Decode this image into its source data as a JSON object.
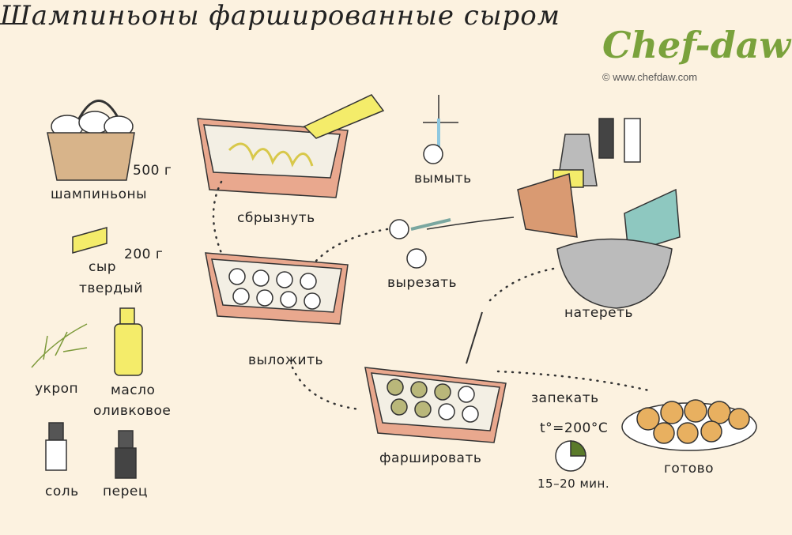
{
  "title": "Шампиньоны фаршированные сыром",
  "brand": {
    "logo": "Chef-daw",
    "site": "© www.chefdaw.com",
    "color": "#7aa23c"
  },
  "ingredients": [
    {
      "name": "шампиньоны",
      "amount": "500 г"
    },
    {
      "name": "сыр твердый",
      "name_line1": "сыр",
      "name_line2": "твердый",
      "amount": "200 г"
    },
    {
      "name": "укроп"
    },
    {
      "name": "масло оливковое",
      "name_line1": "масло",
      "name_line2": "оливковое"
    },
    {
      "name": "соль"
    },
    {
      "name": "перец"
    }
  ],
  "steps": [
    {
      "label": "сбрызнуть"
    },
    {
      "label": "вымыть"
    },
    {
      "label": "вырезать"
    },
    {
      "label": "выложить"
    },
    {
      "label": "натереть"
    },
    {
      "label": "фаршировать"
    },
    {
      "label": "запекать",
      "temperature": "t°=200°C",
      "time": "15–20 мин.",
      "timer_fraction": 0.25
    },
    {
      "label": "готово"
    }
  ],
  "colors": {
    "background": "#fcf2e0",
    "dish": "#e9a88e",
    "oil": "#f4ec6a",
    "herb": "#7d9a3a"
  }
}
